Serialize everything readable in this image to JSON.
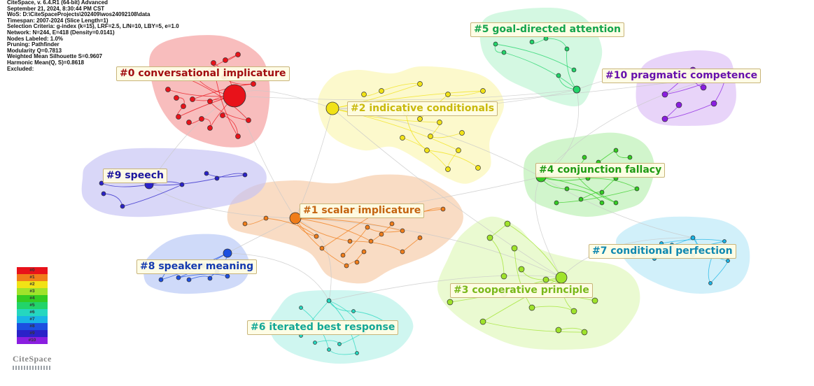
{
  "header": {
    "lines": [
      "CiteSpace, v. 6.4.R1 (64-bit) Advanced",
      "September 21, 2024, 8:30:44 PM CST",
      "WoS: D:\\CiteSpaceProjects\\202409\\wos24092108\\data",
      "Timespan: 2007-2024 (Slice Length=1)",
      "Selection Criteria: g-index (k=15), LRF=2.5, L/N=10, LBY=5, e=1.0",
      "Network: N=244, E=418 (Density=0.0141)",
      "Nodes Labeled: 1.0%",
      "Pruning: Pathfinder",
      "Modularity Q=0.7813",
      "Weighted Mean Silhouette S=0.9607",
      "Harmonic Mean(Q, S)=0.8618",
      "Excluded:"
    ]
  },
  "clusters": [
    {
      "id": "#0",
      "label": "#0 conversational implicature",
      "color": "#e8121a",
      "hull": "#f59a9a",
      "text_color": "#a10d10"
    },
    {
      "id": "#1",
      "label": "#1 scalar implicature",
      "color": "#f07d1a",
      "hull": "#f6c9a4",
      "text_color": "#c46410"
    },
    {
      "id": "#2",
      "label": "#2 indicative conditionals",
      "color": "#f1e216",
      "hull": "#fbf6b0",
      "text_color": "#c9b90c"
    },
    {
      "id": "#3",
      "label": "#3 cooperative principle",
      "color": "#9fe32b",
      "hull": "#dff7b8",
      "text_color": "#79b81a"
    },
    {
      "id": "#4",
      "label": "#4 conjunction fallacy",
      "color": "#33cc22",
      "hull": "#b9efb0",
      "text_color": "#1f9a14"
    },
    {
      "id": "#5",
      "label": "#5 goal-directed attention",
      "color": "#22d46a",
      "hull": "#bdf5d3",
      "text_color": "#14a44c"
    },
    {
      "id": "#6",
      "label": "#6 iterated best response",
      "color": "#25d7bf",
      "hull": "#b6f1e8",
      "text_color": "#13a796"
    },
    {
      "id": "#7",
      "label": "#7 conditional perfection",
      "color": "#19b4e6",
      "hull": "#b9e8f8",
      "text_color": "#0f88b0"
    },
    {
      "id": "#8",
      "label": "#8 speaker meaning",
      "color": "#1c4fe0",
      "hull": "#b6c6f6",
      "text_color": "#143ab0"
    },
    {
      "id": "#9",
      "label": "#9 speech",
      "color": "#2a22c8",
      "hull": "#c5c2f4",
      "text_color": "#1c169e"
    },
    {
      "id": "#10",
      "label": "#10 pragmatic competence",
      "color": "#8a1ee0",
      "hull": "#dcbdf6",
      "text_color": "#6710ac"
    }
  ],
  "legend": [
    "#0",
    "#1",
    "#2",
    "#3",
    "#4",
    "#5",
    "#6",
    "#7",
    "#8",
    "#9",
    "#10"
  ],
  "logo": "CiteSpace"
}
